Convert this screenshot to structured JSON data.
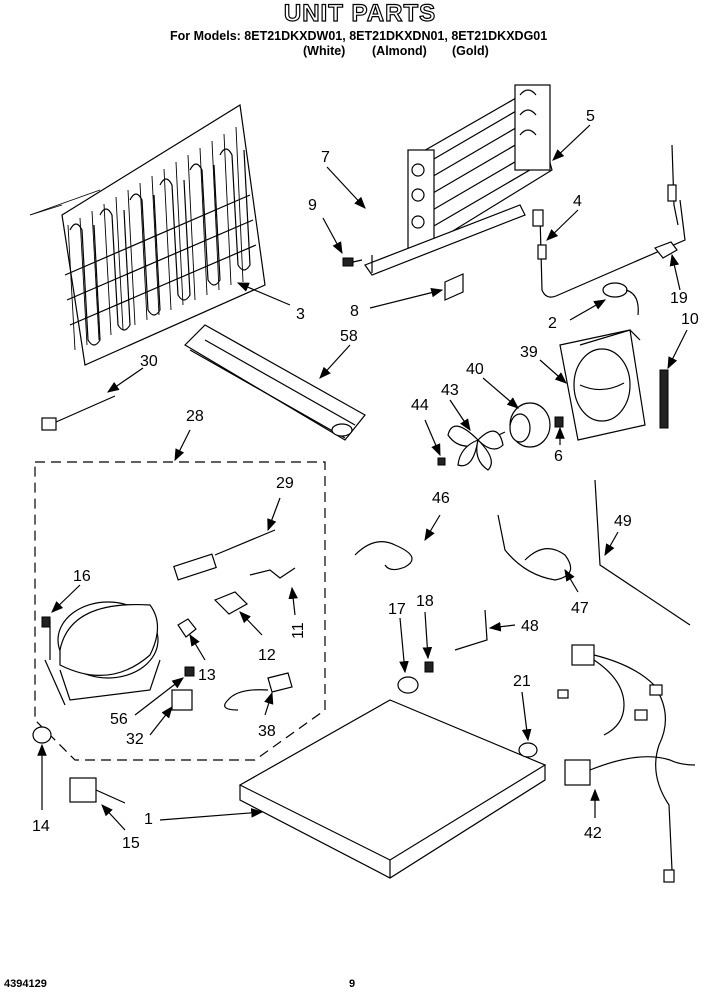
{
  "header": {
    "title": "UNIT PARTS",
    "models_line": "For Models: 8ET21DKXDW01, 8ET21DKXDN01, 8ET21DKXDG01",
    "color_white": "(White)",
    "color_almond": "(Almond)",
    "color_gold": "(Gold)"
  },
  "footer": {
    "doc_number": "4394129",
    "page_number": "9"
  },
  "callouts": {
    "c1": "1",
    "c2": "2",
    "c3": "3",
    "c4": "4",
    "c5": "5",
    "c6": "6",
    "c7": "7",
    "c8": "8",
    "c9": "9",
    "c10": "10",
    "c11": "11",
    "c12": "12",
    "c13": "13",
    "c14": "14",
    "c15": "15",
    "c16": "16",
    "c17": "17",
    "c18": "18",
    "c19": "19",
    "c21": "21",
    "c28": "28",
    "c29": "29",
    "c30": "30",
    "c32": "32",
    "c38": "38",
    "c39": "39",
    "c40": "40",
    "c42": "42",
    "c43": "43",
    "c44": "44",
    "c46": "46",
    "c47": "47",
    "c48": "48",
    "c49": "49",
    "c56": "56",
    "c58": "58"
  }
}
